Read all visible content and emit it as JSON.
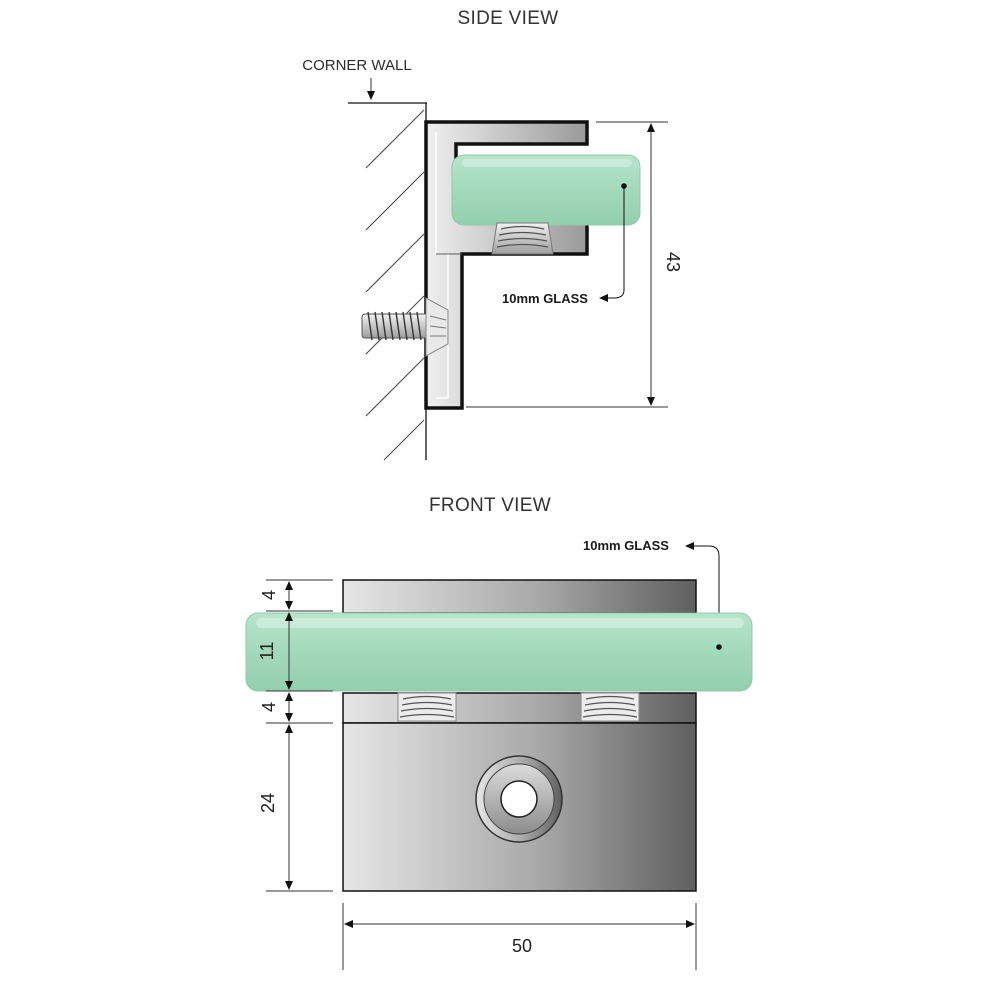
{
  "side_view": {
    "title": "SIDE VIEW",
    "wall_label": "CORNER WALL",
    "glass_label": "10mm GLASS",
    "height_dim": "43"
  },
  "front_view": {
    "title": "FRONT VIEW",
    "glass_label": "10mm GLASS",
    "dim_top": "4",
    "dim_glass": "11",
    "dim_lower": "4",
    "dim_base": "24",
    "dim_width": "50"
  },
  "colors": {
    "glass": "#a9dcc0",
    "metal_light": "#d8d8d8",
    "metal_dark": "#6a6a6a",
    "outline": "#111111"
  }
}
